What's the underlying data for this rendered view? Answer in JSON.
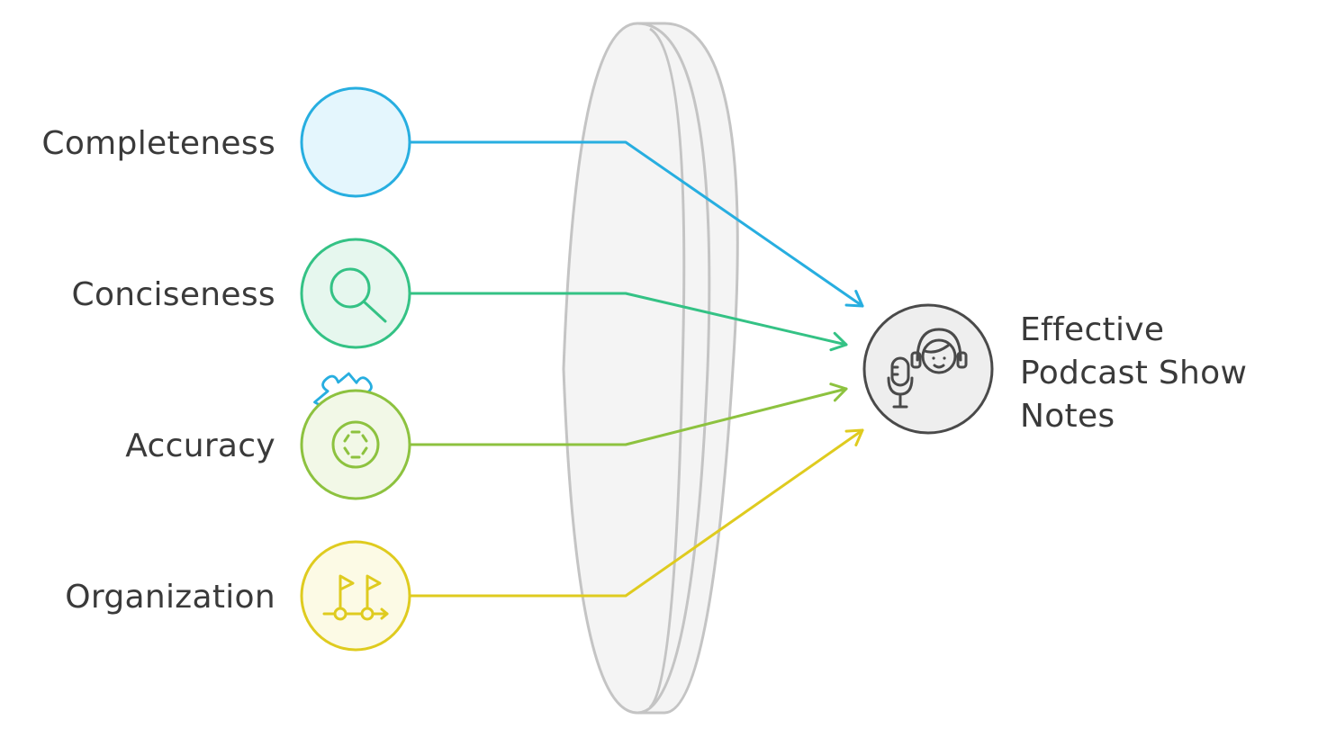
{
  "inputs": [
    {
      "label": "Completeness",
      "icon": "puzzle-piece-icon",
      "color": "#27aee0",
      "fill": "#e4f6fd"
    },
    {
      "label": "Conciseness",
      "icon": "magnifier-icon",
      "color": "#34c285",
      "fill": "#e6f7ee"
    },
    {
      "label": "Accuracy",
      "icon": "target-focus-icon",
      "color": "#8dc23f",
      "fill": "#f2f8e7"
    },
    {
      "label": "Organization",
      "icon": "flags-timeline-icon",
      "color": "#dfcb1f",
      "fill": "#fcfae5"
    }
  ],
  "output": {
    "label_lines": [
      "Effective",
      "Podcast Show",
      "Notes"
    ],
    "icon": "podcast-host-headphones-icon",
    "color": "#4a4a4a",
    "fill": "#eeeeee"
  },
  "lens": {
    "color": "#c4c4c4",
    "fill": "#f4f4f4"
  }
}
